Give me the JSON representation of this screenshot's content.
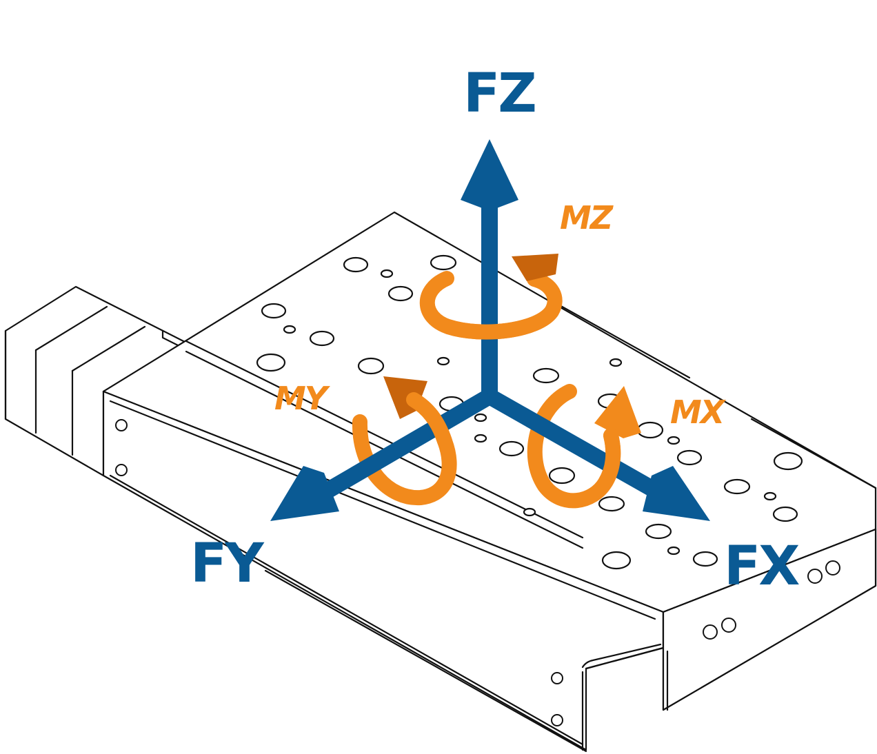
{
  "labels": {
    "fz": "FZ",
    "fy": "FY",
    "fx": "FX",
    "mz": "MZ",
    "my": "MY",
    "mx": "MX"
  },
  "colors": {
    "force": "#0a5a94",
    "moment": "#f28a1c",
    "moment_shadow": "#c8640c",
    "outline": "#111111"
  }
}
